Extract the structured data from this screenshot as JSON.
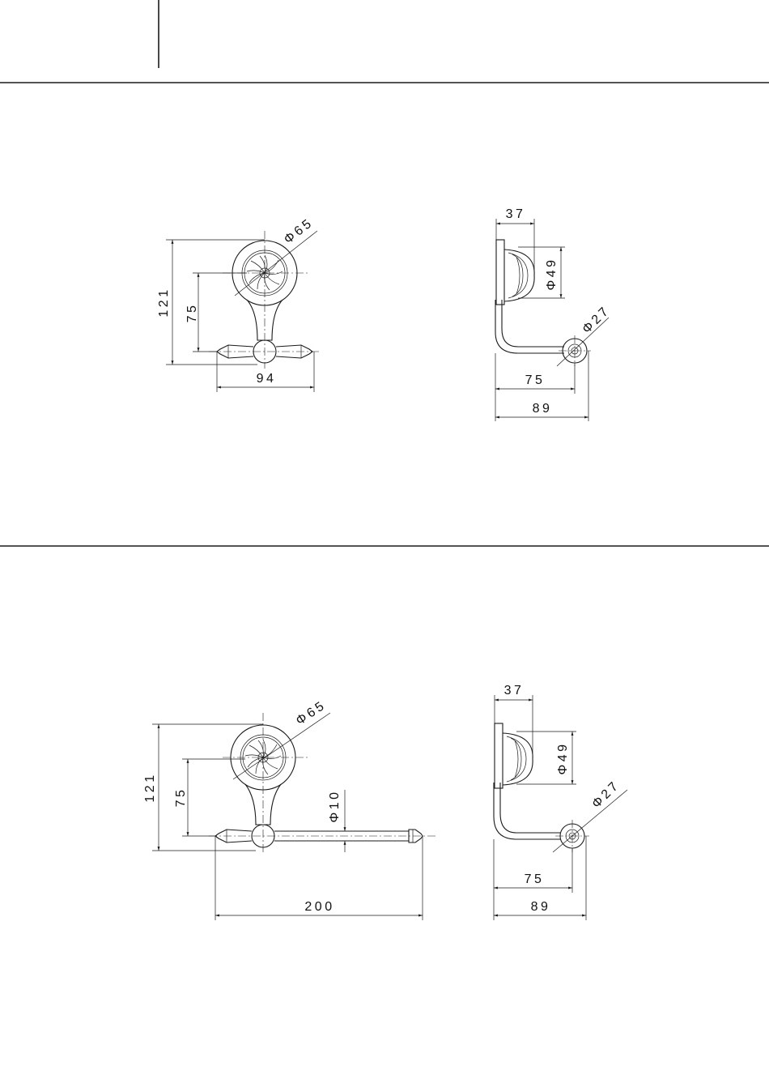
{
  "top_assembly": {
    "front_view": {
      "overall_height": "121",
      "hook_height": "75",
      "rosette_diameter": "Φ65",
      "overall_width": "94"
    },
    "side_view": {
      "rosette_depth": "37",
      "rosette_diameter": "Φ49",
      "knob_diameter": "Φ27",
      "projection_to_knob_center": "75",
      "overall_projection": "89"
    }
  },
  "bottom_assembly": {
    "front_view": {
      "overall_height": "121",
      "hook_height": "75",
      "rosette_diameter": "Φ65",
      "bar_diameter": "Φ10",
      "overall_width": "200"
    },
    "side_view": {
      "rosette_depth": "37",
      "rosette_diameter": "Φ49",
      "knob_diameter": "Φ27",
      "projection_to_knob_center": "75",
      "overall_projection": "89"
    }
  }
}
